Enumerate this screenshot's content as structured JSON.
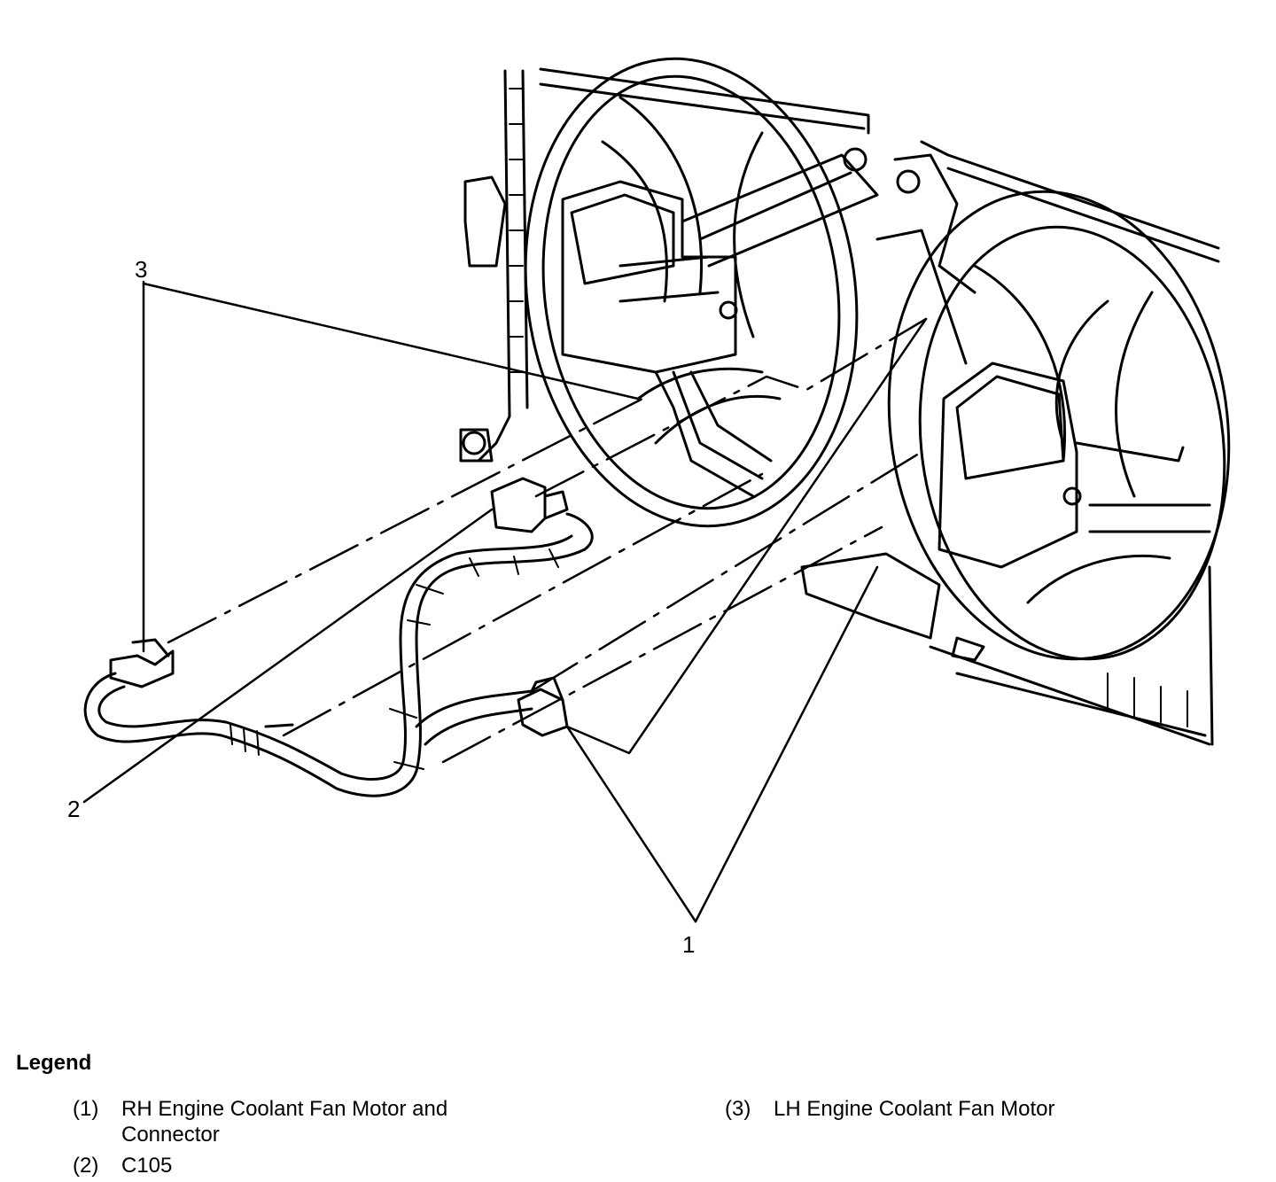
{
  "callouts": {
    "c1": "1",
    "c2": "2",
    "c3": "3"
  },
  "legend": {
    "title": "Legend",
    "items": [
      {
        "num": "(1)",
        "text": "RH Engine Coolant Fan Motor and Connector"
      },
      {
        "num": "(2)",
        "text": "C105"
      },
      {
        "num": "(3)",
        "text": "LH Engine Coolant Fan Motor"
      }
    ]
  },
  "colors": {
    "ink": "#000000",
    "paper": "#ffffff"
  }
}
